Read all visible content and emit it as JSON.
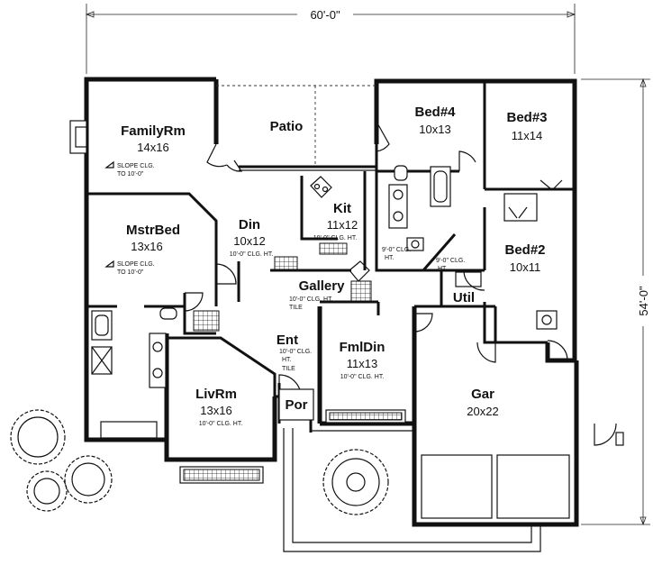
{
  "dimensions": {
    "width": "60'-0\"",
    "depth": "54'-0\""
  },
  "rooms": {
    "family": {
      "name": "FamilyRm",
      "size": "14x16",
      "note1": "SLOPE CLG.",
      "note2": "TO 10'-0\""
    },
    "patio": {
      "name": "Patio"
    },
    "bed4": {
      "name": "Bed#4",
      "size": "10x13"
    },
    "bed3": {
      "name": "Bed#3",
      "size": "11x14"
    },
    "kit": {
      "name": "Kit",
      "size": "11x12",
      "note": "10'-0\" CLG. HT."
    },
    "mstr": {
      "name": "MstrBed",
      "size": "13x16",
      "note1": "SLOPE CLG.",
      "note2": "TO 10'-0\""
    },
    "din": {
      "name": "Din",
      "size": "10x12",
      "note": "10'-0\" CLG. HT."
    },
    "bed2": {
      "name": "Bed#2",
      "size": "10x11"
    },
    "bath2": {
      "note1": "9'-0\" CLG.",
      "note2": "HT."
    },
    "hall": {
      "note1": "9'-0\" CLG.",
      "note2": "HT."
    },
    "gallery": {
      "name": "Gallery",
      "note1": "10'-0\" CLG. HT.",
      "note2": "TILE"
    },
    "util": {
      "name": "Util"
    },
    "ent": {
      "name": "Ent",
      "note1": "10'-0\" CLG.",
      "note2": "HT.",
      "note3": "TILE"
    },
    "fmldin": {
      "name": "FmlDin",
      "size": "11x13",
      "note": "10'-0\" CLG. HT."
    },
    "livrm": {
      "name": "LivRm",
      "size": "13x16",
      "note": "10'-0\" CLG. HT."
    },
    "gar": {
      "name": "Gar",
      "size": "20x22"
    },
    "por": {
      "name": "Por"
    }
  }
}
